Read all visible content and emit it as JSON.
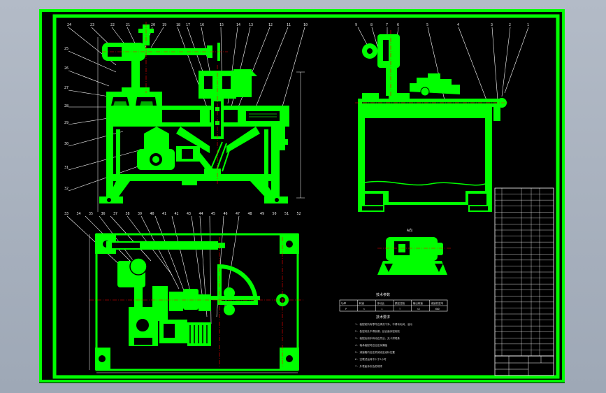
{
  "palette": {
    "background": "#a7b0bd",
    "sheet": "#000000",
    "frame": "#00ff00",
    "part": "#00ff00",
    "leader": "#ffffff",
    "centerline": "#ff0000",
    "hatch": "#00aa00"
  },
  "callouts_front": [
    "24",
    "23",
    "22",
    "21",
    "20",
    "19",
    "18",
    "17",
    "16",
    "15",
    "14",
    "13",
    "12",
    "11",
    "10"
  ],
  "callouts_left": [
    "25",
    "26",
    "27",
    "28",
    "29",
    "30",
    "31",
    "32"
  ],
  "callouts_bottom": [
    "33",
    "34",
    "35",
    "36",
    "37",
    "38",
    "39",
    "40",
    "41",
    "42",
    "43",
    "44",
    "45",
    "46",
    "47",
    "48",
    "49",
    "50",
    "51",
    "52"
  ],
  "callouts_side": [
    "9",
    "8",
    "7",
    "6",
    "5",
    "4",
    "3",
    "2",
    "1"
  ],
  "detail_label": "A向",
  "spec_table": {
    "title": "技术参数",
    "headers": [
      "功率",
      "转速",
      "传动比",
      "额定扭矩",
      "输出转速",
      "减速机型号"
    ],
    "values": [
      "P",
      "n",
      "i",
      "T",
      "n2",
      "XWD"
    ]
  },
  "notes": {
    "title": "技术要求",
    "items": [
      "1. 装配前所有零件应清洗干净，不得有毛刺、油污",
      "2. 各密封处不得渗漏，结合面涂密封胶",
      "3. 装配后用手转动应灵活，无卡滞现象",
      "4. 轴承装配时应加注润滑脂",
      "5. 减速箱内加注机械油至油标位置",
      "6. 空载试运转不少于2小时",
      "7. 外表面涂灰色防锈漆"
    ]
  },
  "parts_list": {
    "rows": 28
  },
  "title_block": {
    "cells": [
      "",
      "",
      "",
      "",
      "",
      ""
    ]
  }
}
